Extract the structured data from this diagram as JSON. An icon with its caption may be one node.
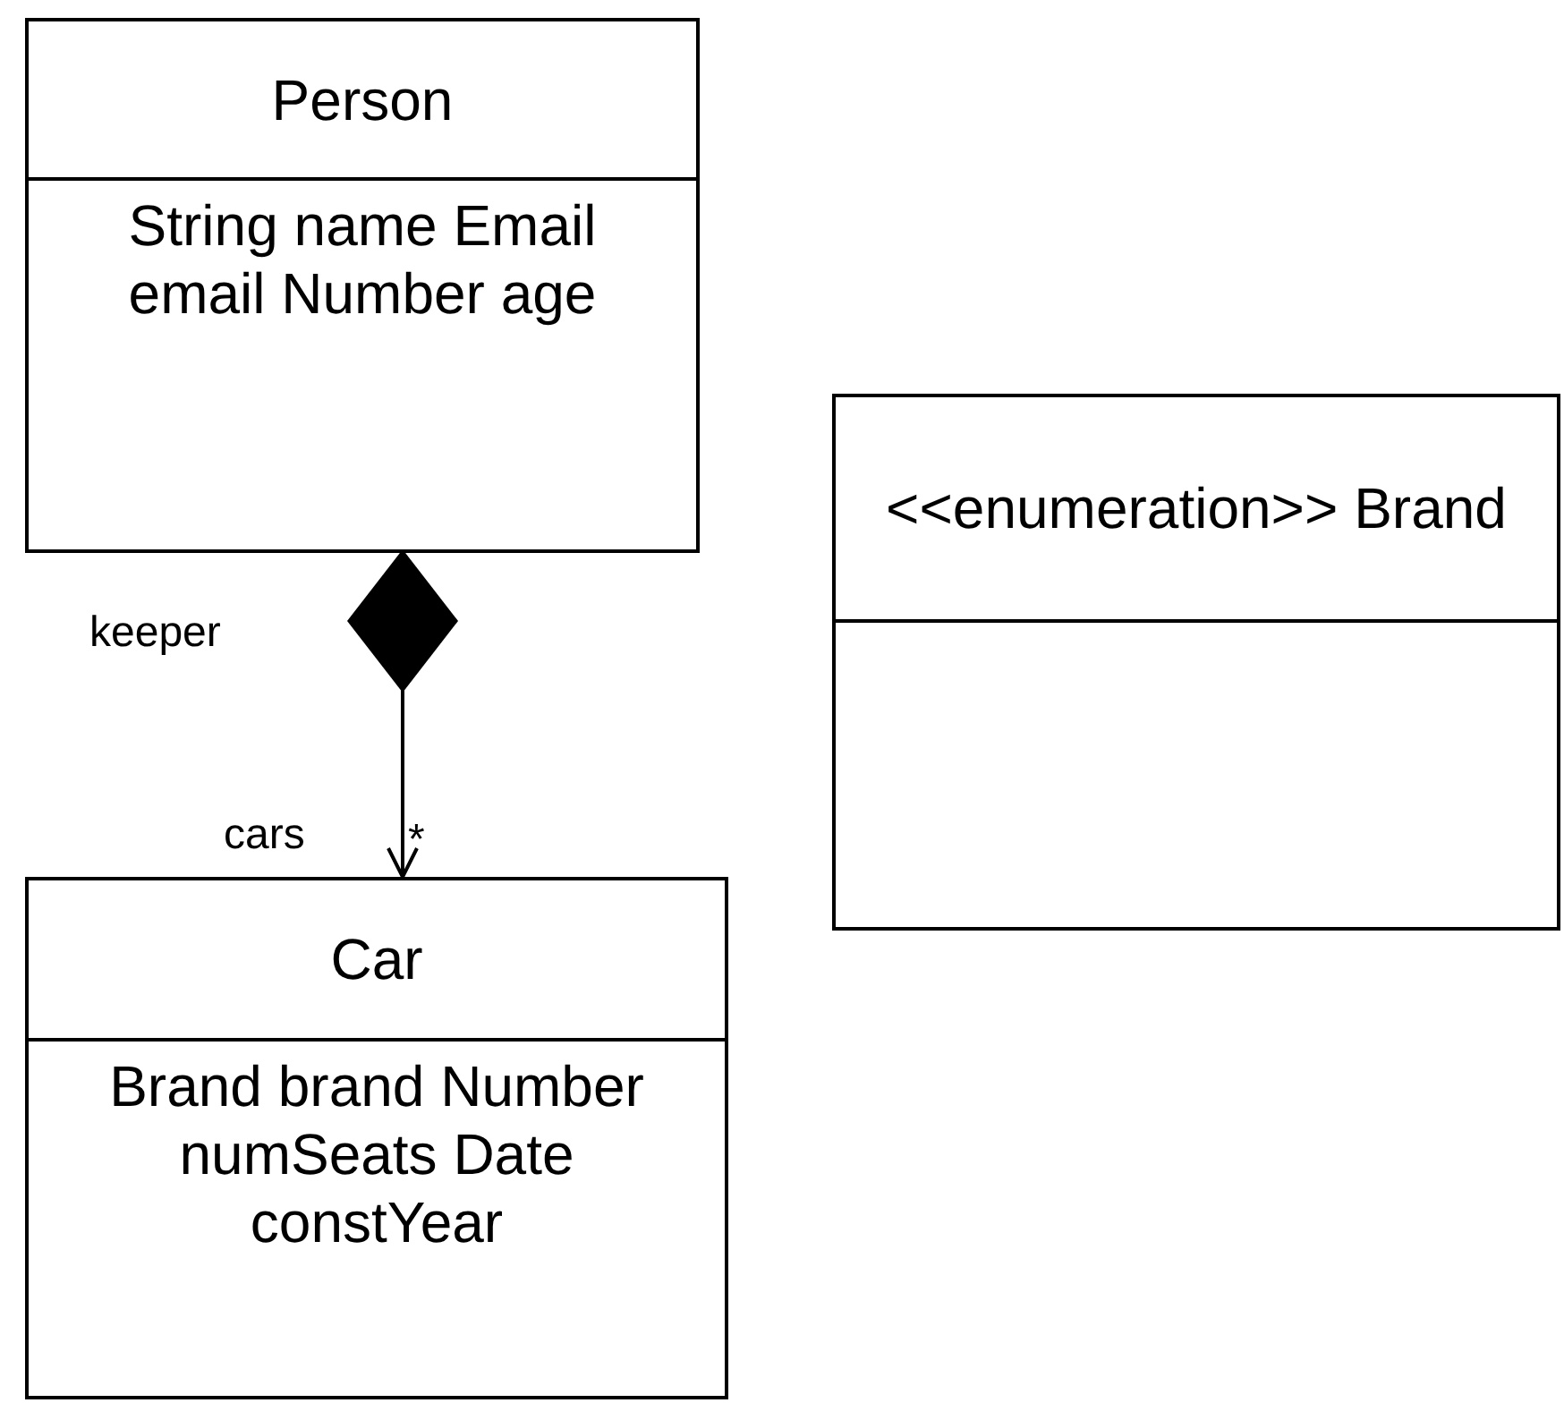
{
  "diagram": {
    "nodes": [
      {
        "text": [
          "Person",
          "String name Email email Number age"
        ]
      },
      {
        "text": [
          "Car",
          "Brand brand Number numSeats Date constYear"
        ]
      },
      {
        "text": [
          "<<enumeration>> Brand"
        ]
      }
    ],
    "edges": [
      {
        "from": 0,
        "to": 1,
        "arrow": "to"
      }
    ],
    "labels": [
      "keeper",
      "cars",
      "*"
    ]
  }
}
